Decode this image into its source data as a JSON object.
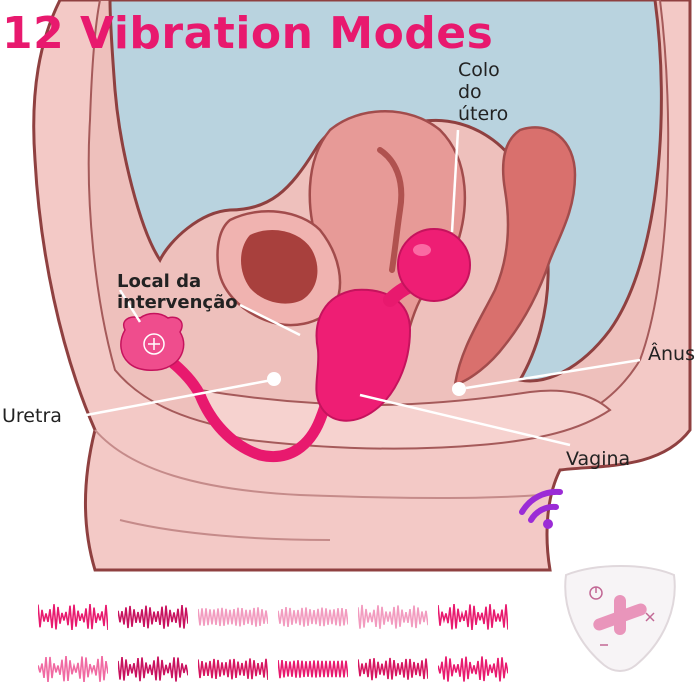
{
  "title": "12 Vibration Modes",
  "labels": {
    "colo_line1": "Colo",
    "colo_line2": "do",
    "colo_line3": "útero",
    "local_line1": "Local da",
    "local_line2": "intervenção",
    "anus": "Ânus",
    "uretra": "Uretra",
    "vagina": "Vagina"
  },
  "colors": {
    "accent": "#e8196e",
    "wifi": "#9b2bd6",
    "bladder": "#b9d3df",
    "skin": "#f3c9c6",
    "tissue": "#e79a97"
  },
  "icons": [
    "wifi-icon",
    "power-icon",
    "minus-icon",
    "plus-icon"
  ],
  "vibration_modes": [
    {
      "mode": 1,
      "color": "#e8196e"
    },
    {
      "mode": 2,
      "color": "#c8115e"
    },
    {
      "mode": 3,
      "color": "#f29bbf"
    },
    {
      "mode": 4,
      "color": "#f29bbf"
    },
    {
      "mode": 5,
      "color": "#f29bbf"
    },
    {
      "mode": 6,
      "color": "#e8196e"
    },
    {
      "mode": 7,
      "color": "#f06aa2"
    },
    {
      "mode": 8,
      "color": "#c8115e"
    },
    {
      "mode": 9,
      "color": "#d6145f"
    },
    {
      "mode": 10,
      "color": "#e8196e"
    },
    {
      "mode": 11,
      "color": "#d6145f"
    },
    {
      "mode": 12,
      "color": "#e8196e"
    }
  ]
}
